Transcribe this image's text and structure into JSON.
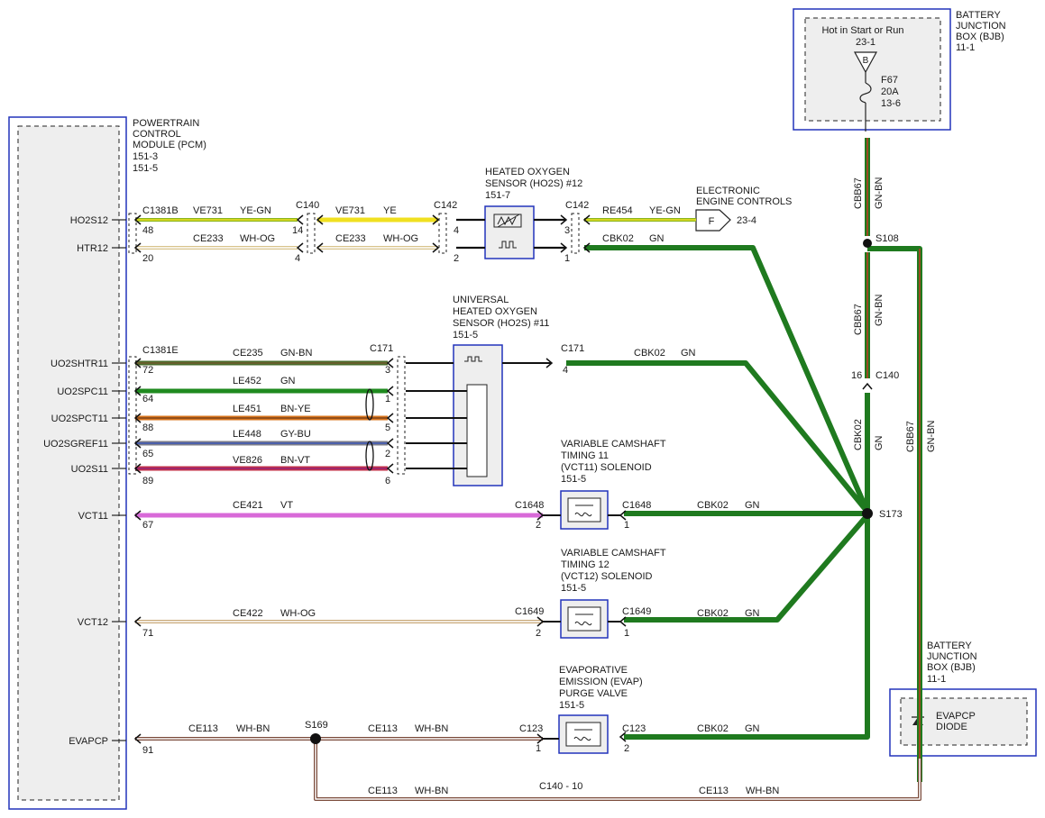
{
  "colors": {
    "module_border": "#2233bb",
    "module_fill": "#eeeeee",
    "dashed": "#222222",
    "ground_green": "#1f7a1f"
  },
  "modules": {
    "pcm": {
      "lines": [
        "POWERTRAIN",
        "CONTROL",
        "MODULE (PCM)",
        "151-3",
        "151-5"
      ]
    },
    "bjb_top": {
      "lines": [
        "BATTERY",
        "JUNCTION",
        "BOX (BJB)",
        "11-1"
      ],
      "hot_label": "Hot in Start or Run",
      "hot_ref": "23-1",
      "bus_letter": "B",
      "fuse_id": "F67",
      "fuse_rating": "20A",
      "fuse_ref": "13-6"
    },
    "ho2s12": {
      "lines": [
        "HEATED OXYGEN",
        "SENSOR (HO2S) #12",
        "151-7"
      ]
    },
    "eec": {
      "lines": [
        "ELECTRONIC",
        "ENGINE CONTROLS"
      ],
      "connector_letter": "F",
      "ref": "23-4"
    },
    "uho2s11": {
      "lines": [
        "UNIVERSAL",
        "HEATED OXYGEN",
        "SENSOR (HO2S) #11",
        "151-5"
      ]
    },
    "vct11": {
      "lines": [
        "VARIABLE CAMSHAFT",
        "TIMING 11",
        "(VCT11) SOLENOID",
        "151-5"
      ]
    },
    "vct12": {
      "lines": [
        "VARIABLE CAMSHAFT",
        "TIMING 12",
        "(VCT12) SOLENOID",
        "151-5"
      ]
    },
    "evap": {
      "lines": [
        "EVAPORATIVE",
        "EMISSION (EVAP)",
        "PURGE VALVE",
        "151-5"
      ]
    },
    "bjb_bottom": {
      "lines": [
        "BATTERY",
        "JUNCTION",
        "BOX (BJB)",
        "11-1"
      ],
      "diode_lines": [
        "EVAPCP",
        "DIODE"
      ]
    }
  },
  "pcm_pins": [
    "HO2S12",
    "HTR12",
    "UO2SHTR11",
    "UO2SPC11",
    "UO2SPCT11",
    "UO2SGREF11",
    "UO2S11",
    "VCT11",
    "VCT12",
    "EVAPCP"
  ],
  "connectors": {
    "c1381b": "C1381B",
    "c1381e": "C1381E",
    "c140": "C140",
    "c142a": "C142",
    "c142b": "C142",
    "c171a": "C171",
    "c171b": "C171",
    "c1648a": "C1648",
    "c1648b": "C1648",
    "c1649a": "C1649",
    "c1649b": "C1649",
    "c123a": "C123",
    "c123b": "C123",
    "c140_right": "C140",
    "c140_10": "C140 - 10"
  },
  "splices": {
    "s108": "S108",
    "s173": "S173",
    "s169": "S169"
  },
  "pins": {
    "p48": "48",
    "p14": "14",
    "p4a": "4",
    "p3a": "3",
    "p20": "20",
    "p4b": "4",
    "p2a": "2",
    "p1a": "1",
    "p72": "72",
    "p3b": "3",
    "p4c": "4",
    "p64": "64",
    "p1b": "1",
    "p88": "88",
    "p5": "5",
    "p65": "65",
    "p2b": "2",
    "p89": "89",
    "p6": "6",
    "p67": "67",
    "p2c": "2",
    "p1c": "1",
    "p71": "71",
    "p2d": "2",
    "p1d": "1",
    "p91": "91",
    "p1e": "1",
    "p2e": "2",
    "p16": "16"
  },
  "wires": {
    "ve731_a": {
      "circuit": "VE731",
      "color": "YE-GN"
    },
    "ve731_b": {
      "circuit": "VE731",
      "color": "YE"
    },
    "re454": {
      "circuit": "RE454",
      "color": "YE-GN"
    },
    "ce233_a": {
      "circuit": "CE233",
      "color": "WH-OG"
    },
    "ce233_b": {
      "circuit": "CE233",
      "color": "WH-OG"
    },
    "cbk02_ho2s": {
      "circuit": "CBK02",
      "color": "GN"
    },
    "ce235": {
      "circuit": "CE235",
      "color": "GN-BN"
    },
    "cbk02_uho2s": {
      "circuit": "CBK02",
      "color": "GN"
    },
    "le452": {
      "circuit": "LE452",
      "color": "GN"
    },
    "le451": {
      "circuit": "LE451",
      "color": "BN-YE"
    },
    "le448": {
      "circuit": "LE448",
      "color": "GY-BU"
    },
    "ve826": {
      "circuit": "VE826",
      "color": "BN-VT"
    },
    "ce421": {
      "circuit": "CE421",
      "color": "VT"
    },
    "cbk02_vct11": {
      "circuit": "CBK02",
      "color": "GN"
    },
    "ce422": {
      "circuit": "CE422",
      "color": "WH-OG"
    },
    "cbk02_vct12": {
      "circuit": "CBK02",
      "color": "GN"
    },
    "ce113_a": {
      "circuit": "CE113",
      "color": "WH-BN"
    },
    "ce113_b": {
      "circuit": "CE113",
      "color": "WH-BN"
    },
    "ce113_c": {
      "circuit": "CE113",
      "color": "WH-BN"
    },
    "ce113_d": {
      "circuit": "CE113",
      "color": "WH-BN"
    },
    "cbk02_evap": {
      "circuit": "CBK02",
      "color": "GN"
    },
    "cbb67_a": {
      "circuit": "CBB67",
      "color": "GN-BN"
    },
    "cbb67_b": {
      "circuit": "CBB67",
      "color": "GN-BN"
    },
    "cbk02_vert": {
      "circuit": "CBK02",
      "color": "GN"
    },
    "cbb67_c": {
      "circuit": "CBB67",
      "color": "GN-BN"
    }
  }
}
